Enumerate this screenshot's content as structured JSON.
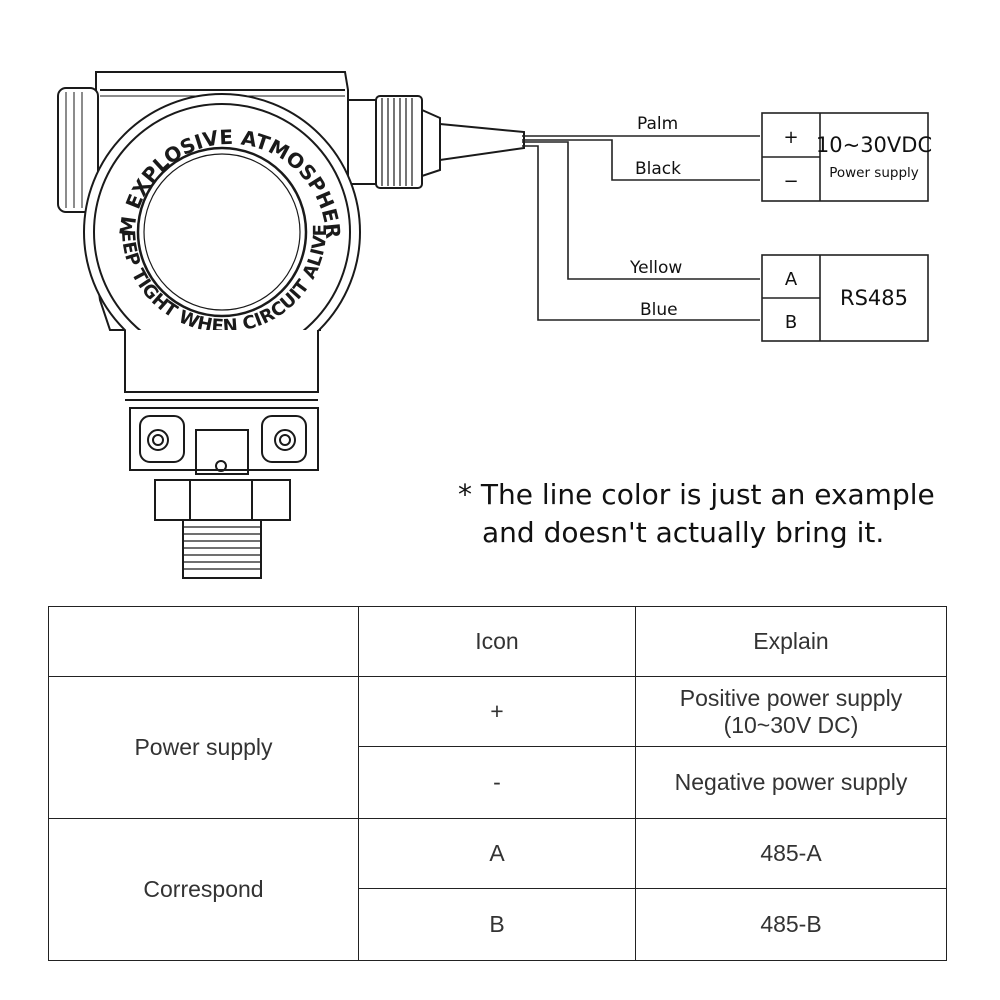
{
  "diagram": {
    "housing_text_outer": "-IM EXPLOSIVE ATMOSPHERE",
    "housing_text_inner": "KEEP TIGHT WHEN CIRCUIT ALIVE-",
    "wires": [
      {
        "label": "Palm"
      },
      {
        "label": "Black"
      },
      {
        "label": "Yellow"
      },
      {
        "label": "Blue"
      }
    ],
    "power_box": {
      "plus": "+",
      "minus": "−",
      "title": "10~30VDC",
      "subtitle": "Power supply"
    },
    "rs485_box": {
      "a": "A",
      "b": "B",
      "title": "RS485"
    }
  },
  "note": {
    "line1": "* The line color is just an example",
    "line2": "and doesn't actually bring it."
  },
  "table": {
    "headers": [
      "",
      "Icon",
      "Explain"
    ],
    "groups": [
      {
        "name": "Power supply",
        "rows": [
          {
            "icon": "+",
            "explain_line1": "Positive power supply",
            "explain_line2": "(10~30V DC)"
          },
          {
            "icon": "-",
            "explain_line1": "Negative power supply",
            "explain_line2": ""
          }
        ]
      },
      {
        "name": "Correspond",
        "rows": [
          {
            "icon": "A",
            "explain_line1": "485-A",
            "explain_line2": ""
          },
          {
            "icon": "B",
            "explain_line1": "485-B",
            "explain_line2": ""
          }
        ]
      }
    ]
  }
}
